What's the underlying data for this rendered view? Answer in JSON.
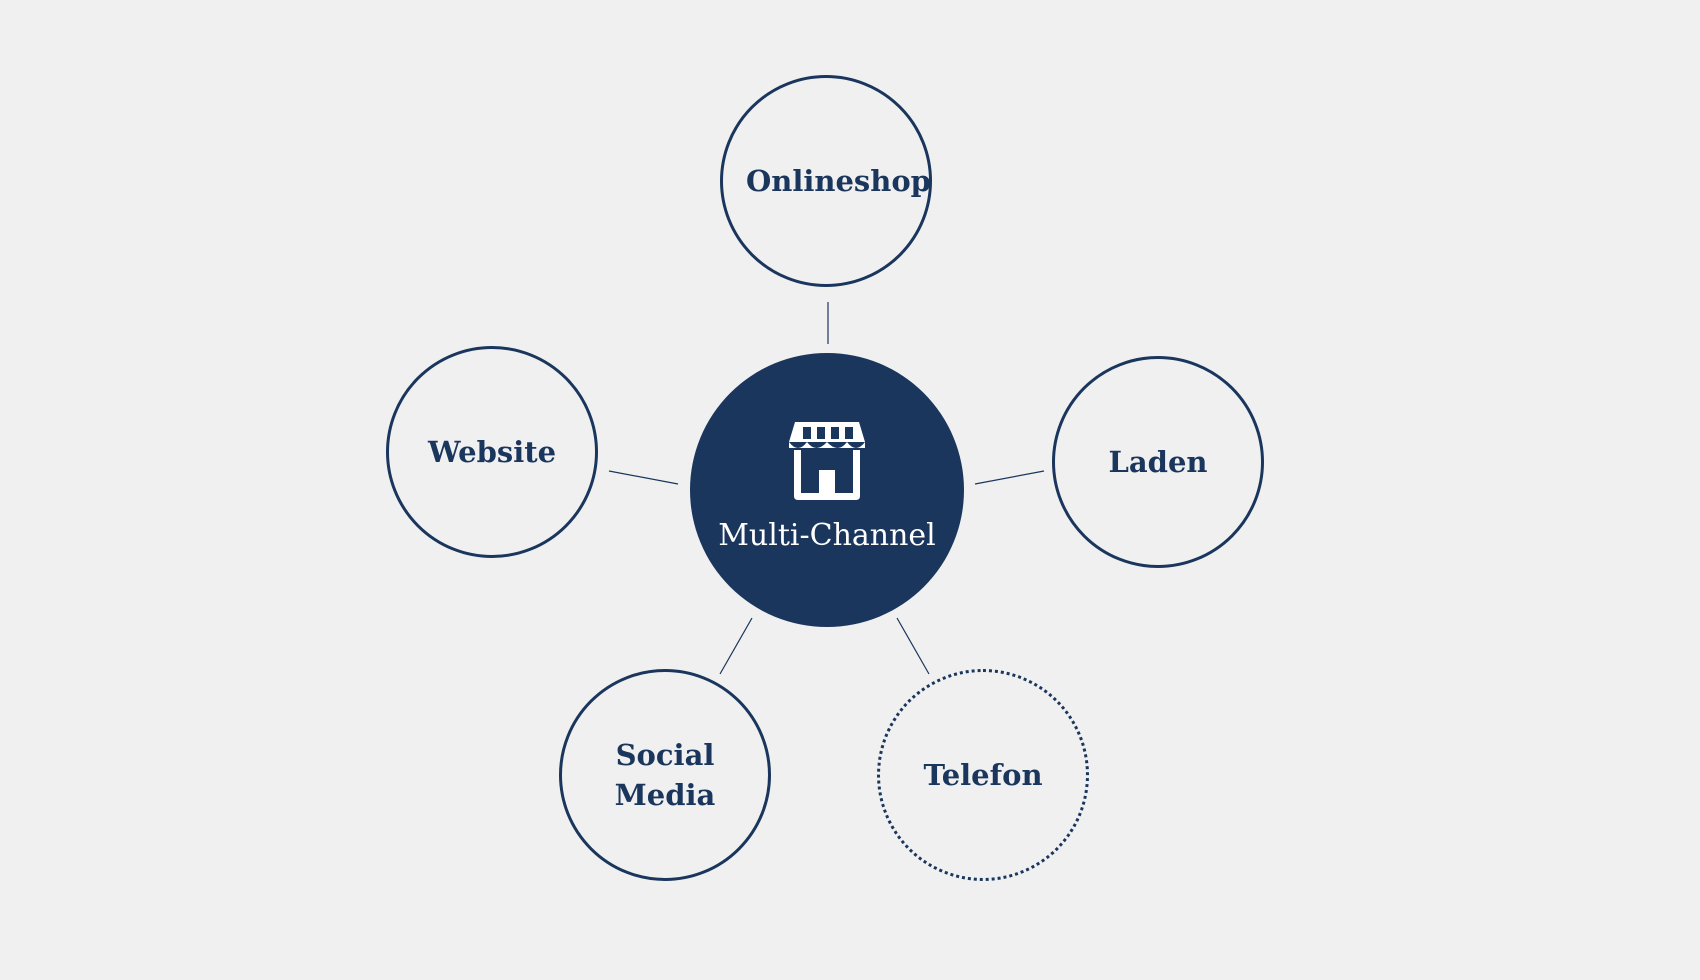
{
  "colors": {
    "background": "#f0f0f0",
    "primary": "#1a365d",
    "hub_text": "#ffffff"
  },
  "hub": {
    "label": "Multi-Channel",
    "icon": "storefront-icon"
  },
  "nodes": [
    {
      "id": "onlineshop",
      "label": "Onlineshop",
      "border": "solid"
    },
    {
      "id": "website",
      "label": "Website",
      "border": "solid"
    },
    {
      "id": "laden",
      "label": "Laden",
      "border": "solid"
    },
    {
      "id": "social-media",
      "label": "Social Media",
      "border": "solid"
    },
    {
      "id": "telefon",
      "label": "Telefon",
      "border": "dotted"
    }
  ]
}
